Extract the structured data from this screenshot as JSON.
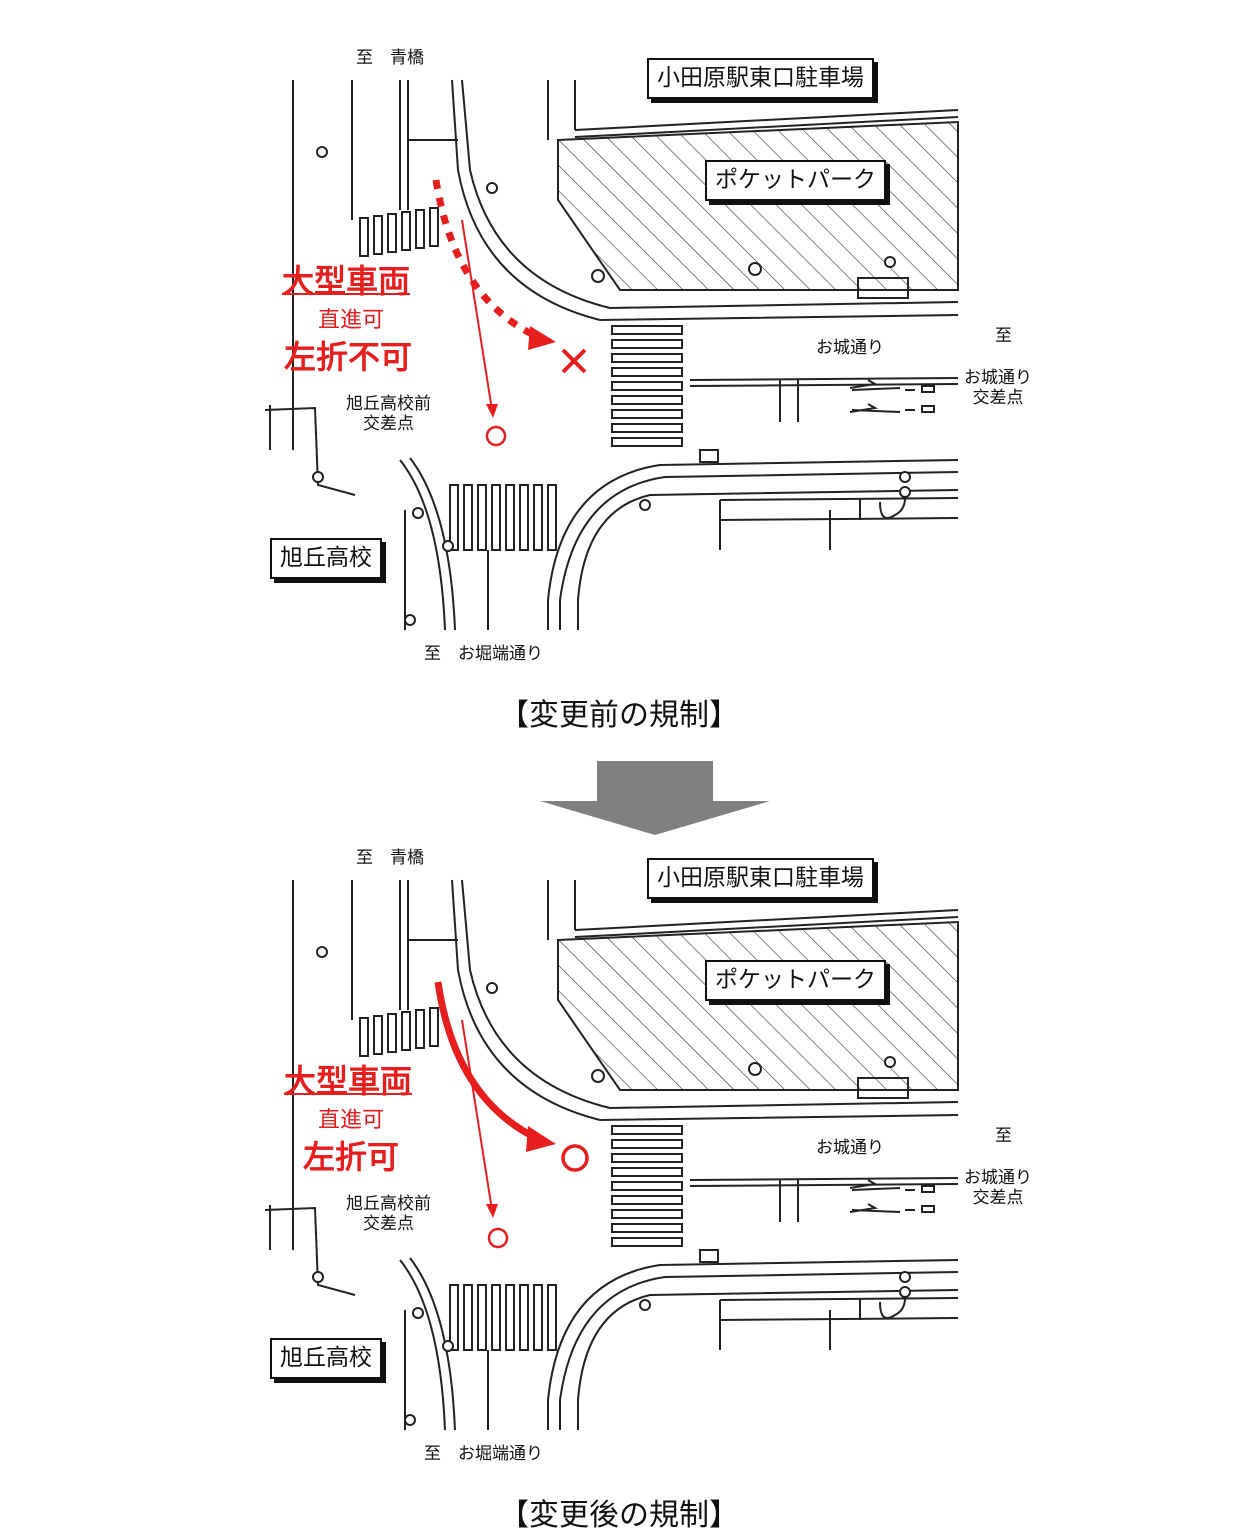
{
  "maps": [
    {
      "to_aohashi": "至　青橋",
      "parking": "小田原駅東口駐車場",
      "pocket_park": "ポケットパーク",
      "large_vehicle": "大型車両",
      "straight": "直進可",
      "left_turn": "左折不可",
      "intersection": "旭丘高校前\n交差点",
      "oshiro_dori": "お城通り",
      "to_oshiro": "至",
      "oshiro_intersection": "お城通り\n交差点",
      "school": "旭丘高校",
      "to_ohoribata": "至　お堀端通り",
      "caption": "【変更前の規制】",
      "left_turn_allowed": false
    },
    {
      "to_aohashi": "至　青橋",
      "parking": "小田原駅東口駐車場",
      "pocket_park": "ポケットパーク",
      "large_vehicle": "大型車両",
      "straight": "直進可",
      "left_turn": "左折可",
      "intersection": "旭丘高校前\n交差点",
      "oshiro_dori": "お城通り",
      "to_oshiro": "至",
      "oshiro_intersection": "お城通り\n交差点",
      "school": "旭丘高校",
      "to_ohoribata": "至　お堀端通り",
      "caption": "【変更後の規制】",
      "left_turn_allowed": true
    }
  ],
  "colors": {
    "red": "#e61e1e",
    "arrow_gray": "#808080",
    "line": "#222222"
  }
}
